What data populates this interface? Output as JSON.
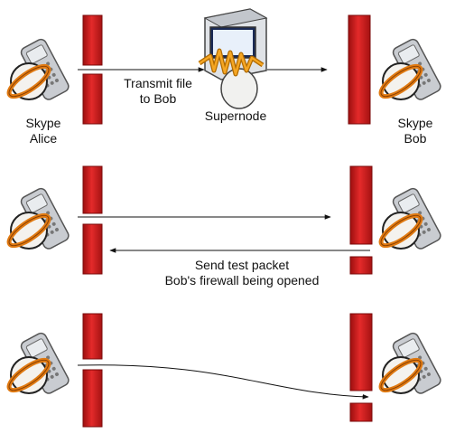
{
  "colors": {
    "firewall": "#d81e1e",
    "firewall_dark": "#8e0c0c",
    "line": "#111111"
  },
  "icons": {
    "client": "skype-phone-icon",
    "supernode": "supernode-computer-icon"
  },
  "panel1": {
    "alice_name": "Skype",
    "alice_sub": "Alice",
    "message_line1": "Transmit file",
    "message_line2": "to Bob",
    "supernode_label": "Supernode",
    "bob_name": "Skype",
    "bob_sub": "Bob"
  },
  "panel2": {
    "message_line1": "Send test packet",
    "message_line2": "Bob's firewall being opened"
  }
}
